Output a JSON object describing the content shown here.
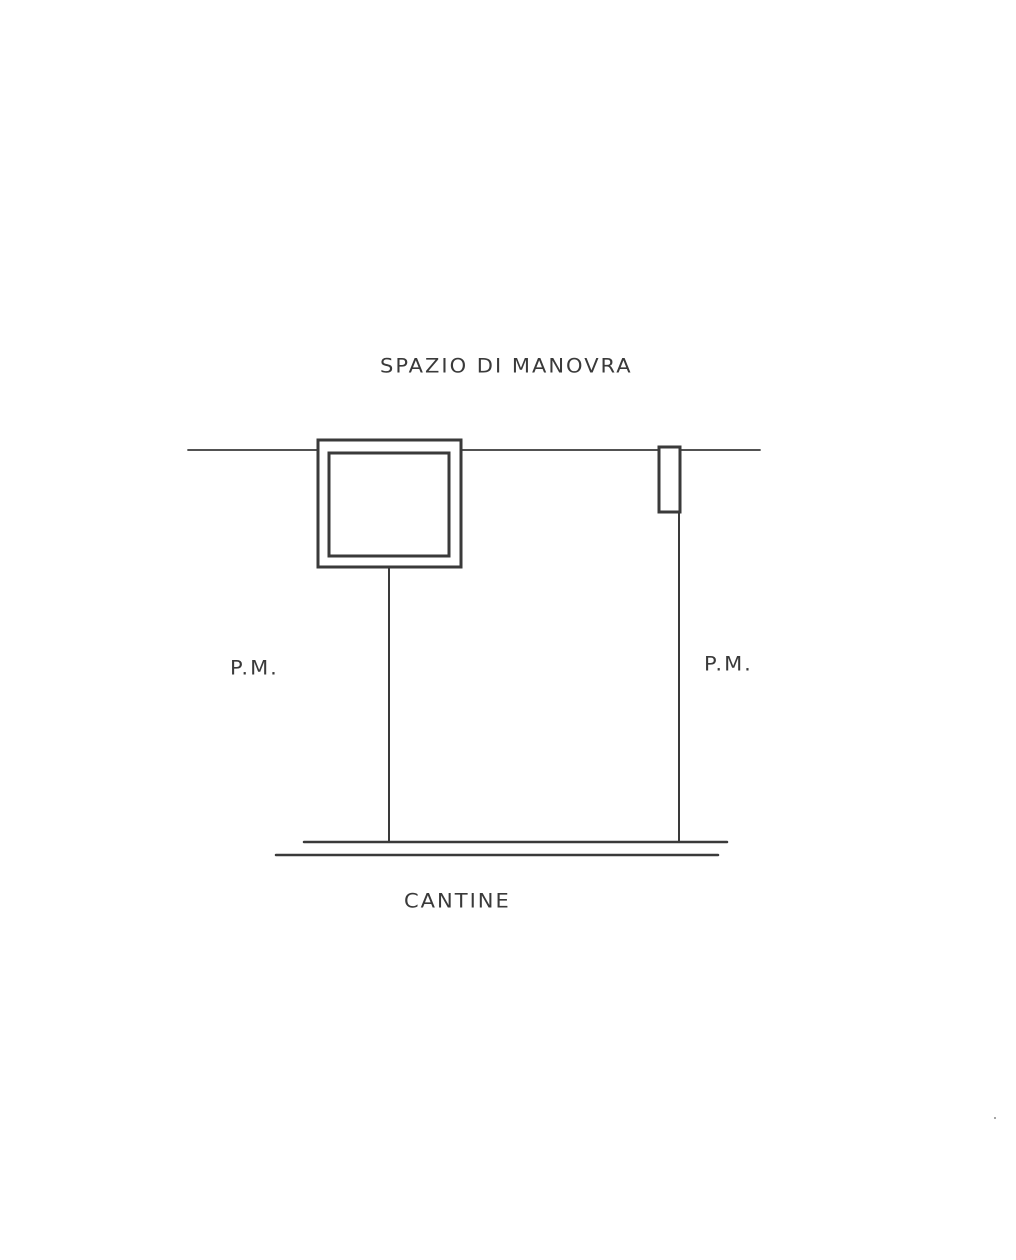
{
  "labels": {
    "top": "SPAZIO DI MANOVRA",
    "left": "P.M.",
    "right": "P.M.",
    "bottom": "CANTINE"
  },
  "colors": {
    "ink": "#3a3a3a",
    "background": "#ffffff"
  }
}
